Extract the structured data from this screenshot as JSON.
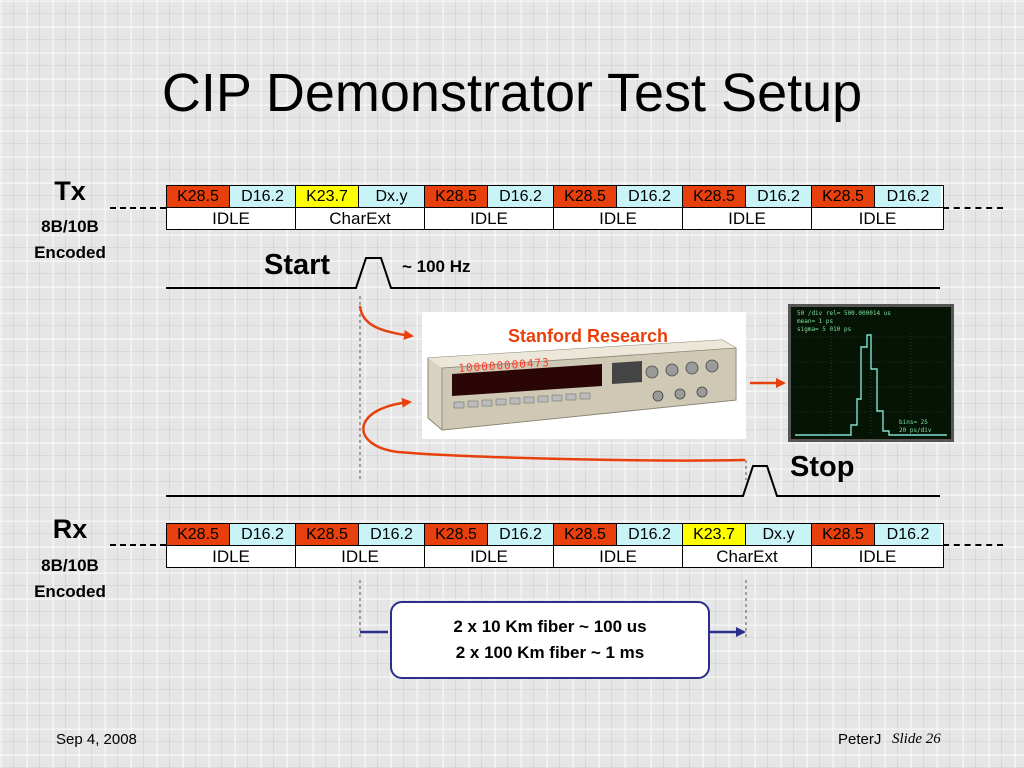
{
  "slide": {
    "title": "CIP Demonstrator Test Setup",
    "footer_date": "Sep 4, 2008",
    "footer_author": "PeterJ",
    "footer_slide": "Slide 26"
  },
  "tx": {
    "label": "Tx",
    "sub1": "8B/10B",
    "sub2": "Encoded",
    "symbols": [
      "K28.5",
      "D16.2",
      "K23.7",
      "Dx.y",
      "K28.5",
      "D16.2",
      "K28.5",
      "D16.2",
      "K28.5",
      "D16.2",
      "K28.5",
      "D16.2"
    ],
    "groups": [
      "IDLE",
      "CharExt",
      "IDLE",
      "IDLE",
      "IDLE",
      "IDLE"
    ]
  },
  "rx": {
    "label": "Rx",
    "sub1": "8B/10B",
    "sub2": "Encoded",
    "symbols": [
      "K28.5",
      "D16.2",
      "K28.5",
      "D16.2",
      "K28.5",
      "D16.2",
      "K28.5",
      "D16.2",
      "K23.7",
      "Dx.y",
      "K28.5",
      "D16.2"
    ],
    "groups": [
      "IDLE",
      "IDLE",
      "IDLE",
      "IDLE",
      "CharExt",
      "IDLE"
    ]
  },
  "signals": {
    "start_label": "Start",
    "frequency": "~ 100 Hz",
    "stop_label": "Stop"
  },
  "instrument": {
    "brand": "Stanford Research",
    "display": "100000000473"
  },
  "scope": {
    "line1": "50 /div      rel= 500.000014 us",
    "line2": "mean= 1 ps",
    "line3": "sigma= 5 010 ps",
    "line4": "bins= 25",
    "line5": "20 ps/div"
  },
  "fiber": {
    "line1": "2 x 10 Km fiber ~ 100 us",
    "line2": "2 x 100 Km fiber ~ 1 ms"
  },
  "colors": {
    "k_symbol": "#e8400c",
    "d_symbol": "#c8f4f8",
    "ext_symbol": "#ffff00",
    "arrow_red": "#e8400c",
    "arrow_blue": "#2b2f8c"
  }
}
